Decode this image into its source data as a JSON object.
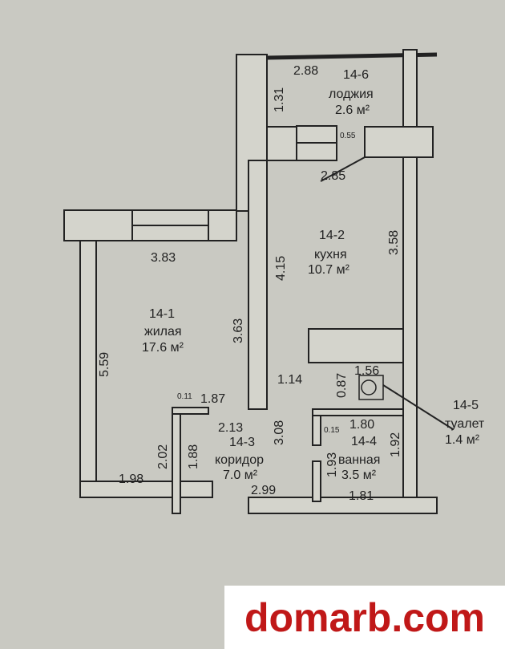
{
  "rooms": {
    "loggia": {
      "id": "14-6",
      "name": "лоджия",
      "area": "2.6 м²"
    },
    "kitchen": {
      "id": "14-2",
      "name": "кухня",
      "area": "10.7 м²"
    },
    "living": {
      "id": "14-1",
      "name": "жилая",
      "area": "17.6 м²"
    },
    "corridor": {
      "id": "14-3",
      "name": "коридор",
      "area": "7.0 м²"
    },
    "bathroom": {
      "id": "14-4",
      "name": "ванная",
      "area": "3.5 м²"
    },
    "toilet": {
      "id": "14-5",
      "name": "туалет",
      "area": "1.4 м²"
    }
  },
  "dims": {
    "d288": "2.88",
    "d131": "1.31",
    "d055": "0.55",
    "d285": "2.85",
    "d358": "3.58",
    "d415": "4.15",
    "d383": "3.83",
    "d363": "3.63",
    "d559": "5.59",
    "d114": "1.14",
    "d087": "0.87",
    "d156": "1.56",
    "d011": "0.11",
    "d187": "1.87",
    "d213": "2.13",
    "d308": "3.08",
    "d202": "2.02",
    "d188": "1.88",
    "d198": "1.98",
    "d299": "2.99",
    "d015": "0.15",
    "d180": "1.80",
    "d192": "1.92",
    "d193": "1.93",
    "d181": "1.81"
  },
  "watermark": "domarb.com"
}
